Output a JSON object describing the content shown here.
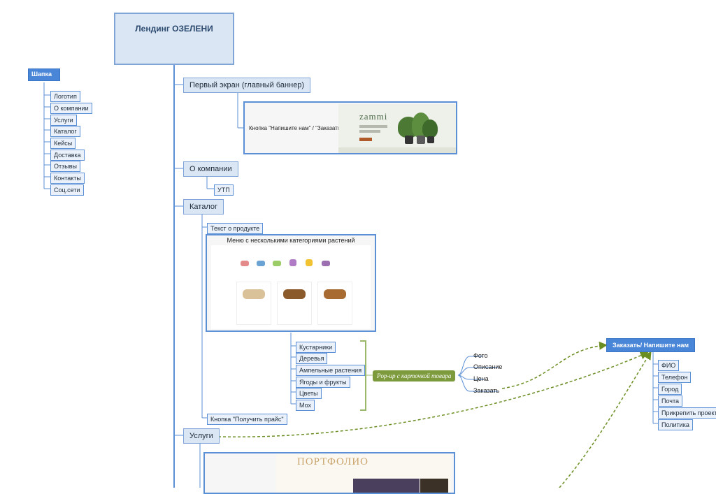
{
  "root_title": "Лендинг ОЗЕЛЕНИ",
  "header": {
    "title": "Шапка",
    "items": [
      "Логотип",
      "О компании",
      "Услуги",
      "Каталог",
      "Кейсы",
      "Доставка",
      "Отзывы",
      "Контакты",
      "Соц.сети"
    ]
  },
  "first_screen": {
    "label": "Первый экран (главный баннер)",
    "button_caption": "Кнопка \"Напишите нам\" / \"Заказать\"",
    "logo_text": "zammi"
  },
  "about": {
    "label": "О компании",
    "usp": "УТП"
  },
  "catalog": {
    "label": "Каталог",
    "product_text": "Текст о продукте",
    "menu_caption": "Меню с несколькими категориями растений",
    "categories": [
      "Кустарники",
      "Деревья",
      "Ампельные растения",
      "Ягоды и фрукты",
      "Цветы",
      "Мох"
    ],
    "price_button": "Кнопка \"Получить прайс\""
  },
  "popup": {
    "label": "Pop-up с карточкой товара",
    "fields": [
      "Фото",
      "Описание",
      "Цена",
      "Заказать"
    ]
  },
  "order_form": {
    "title": "Заказать/ Напишите нам",
    "fields": [
      "ФИО",
      "Телефон",
      "Город",
      "Почта",
      "Прикрепить проект",
      "Политика"
    ]
  },
  "services": {
    "label": "Услуги",
    "portfolio_title": "ПОРТФОЛИО"
  },
  "colors": {
    "node_border": "#5b8fd6",
    "node_fill": "#eaf1fb",
    "accent_blue": "#4a86d8",
    "popup_green": "#7d9a3c",
    "connector_dashed": "#6b8e23"
  }
}
